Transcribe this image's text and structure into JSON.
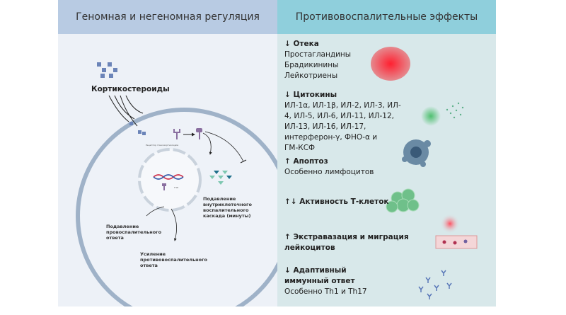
{
  "left": {
    "title": "Геномная и негеномная регуляция",
    "corticosteroids": "Кортикостероиды",
    "receptor_label": "Рецептор глюкокортикоидов",
    "gre_label": "ГЧЭ",
    "label_nongenomic": "Подавление внутриклеточного воспалительного каскада (минуты)",
    "label_proinflammatory": "Подавление провоспалительного ответа",
    "label_antiinflammatory": "Усиление противовоспалительного ответа"
  },
  "right": {
    "title": "Противовоспалительные эффекты",
    "edema": {
      "heading": "↓ Отека",
      "items": [
        "Простагландины",
        "Брадикинины",
        "Лейкотриены"
      ]
    },
    "cytokines": {
      "heading": "↓ Цитокины",
      "lines": [
        "ИЛ-1α, ИЛ-1β, ИЛ-2, ИЛ-3, ИЛ-",
        "4, ИЛ-5, ИЛ-6, ИЛ-11, ИЛ-12,",
        "ИЛ-13, ИЛ-16, ИЛ-17,",
        "интерферон-γ, ФНО-α и",
        "ГМ-КСФ"
      ]
    },
    "apoptosis": {
      "heading": "↑ Апоптоз",
      "sub": "Особенно лимфоцитов"
    },
    "tcells": {
      "heading": "↑↓ Активность Т-клеток"
    },
    "extravasation": {
      "heading1": "↑ Экстравазация и миграция",
      "heading2": "лейкоцитов"
    },
    "adaptive": {
      "heading1": "↓ Адаптивный",
      "heading2": "иммунный ответ",
      "sub": "Особенно Th1 и Th17"
    }
  },
  "colors": {
    "left_header": "#b8cbe3",
    "right_header": "#8fcfdc",
    "left_bg": "#edf1f7",
    "right_bg": "#d8e8ea"
  }
}
